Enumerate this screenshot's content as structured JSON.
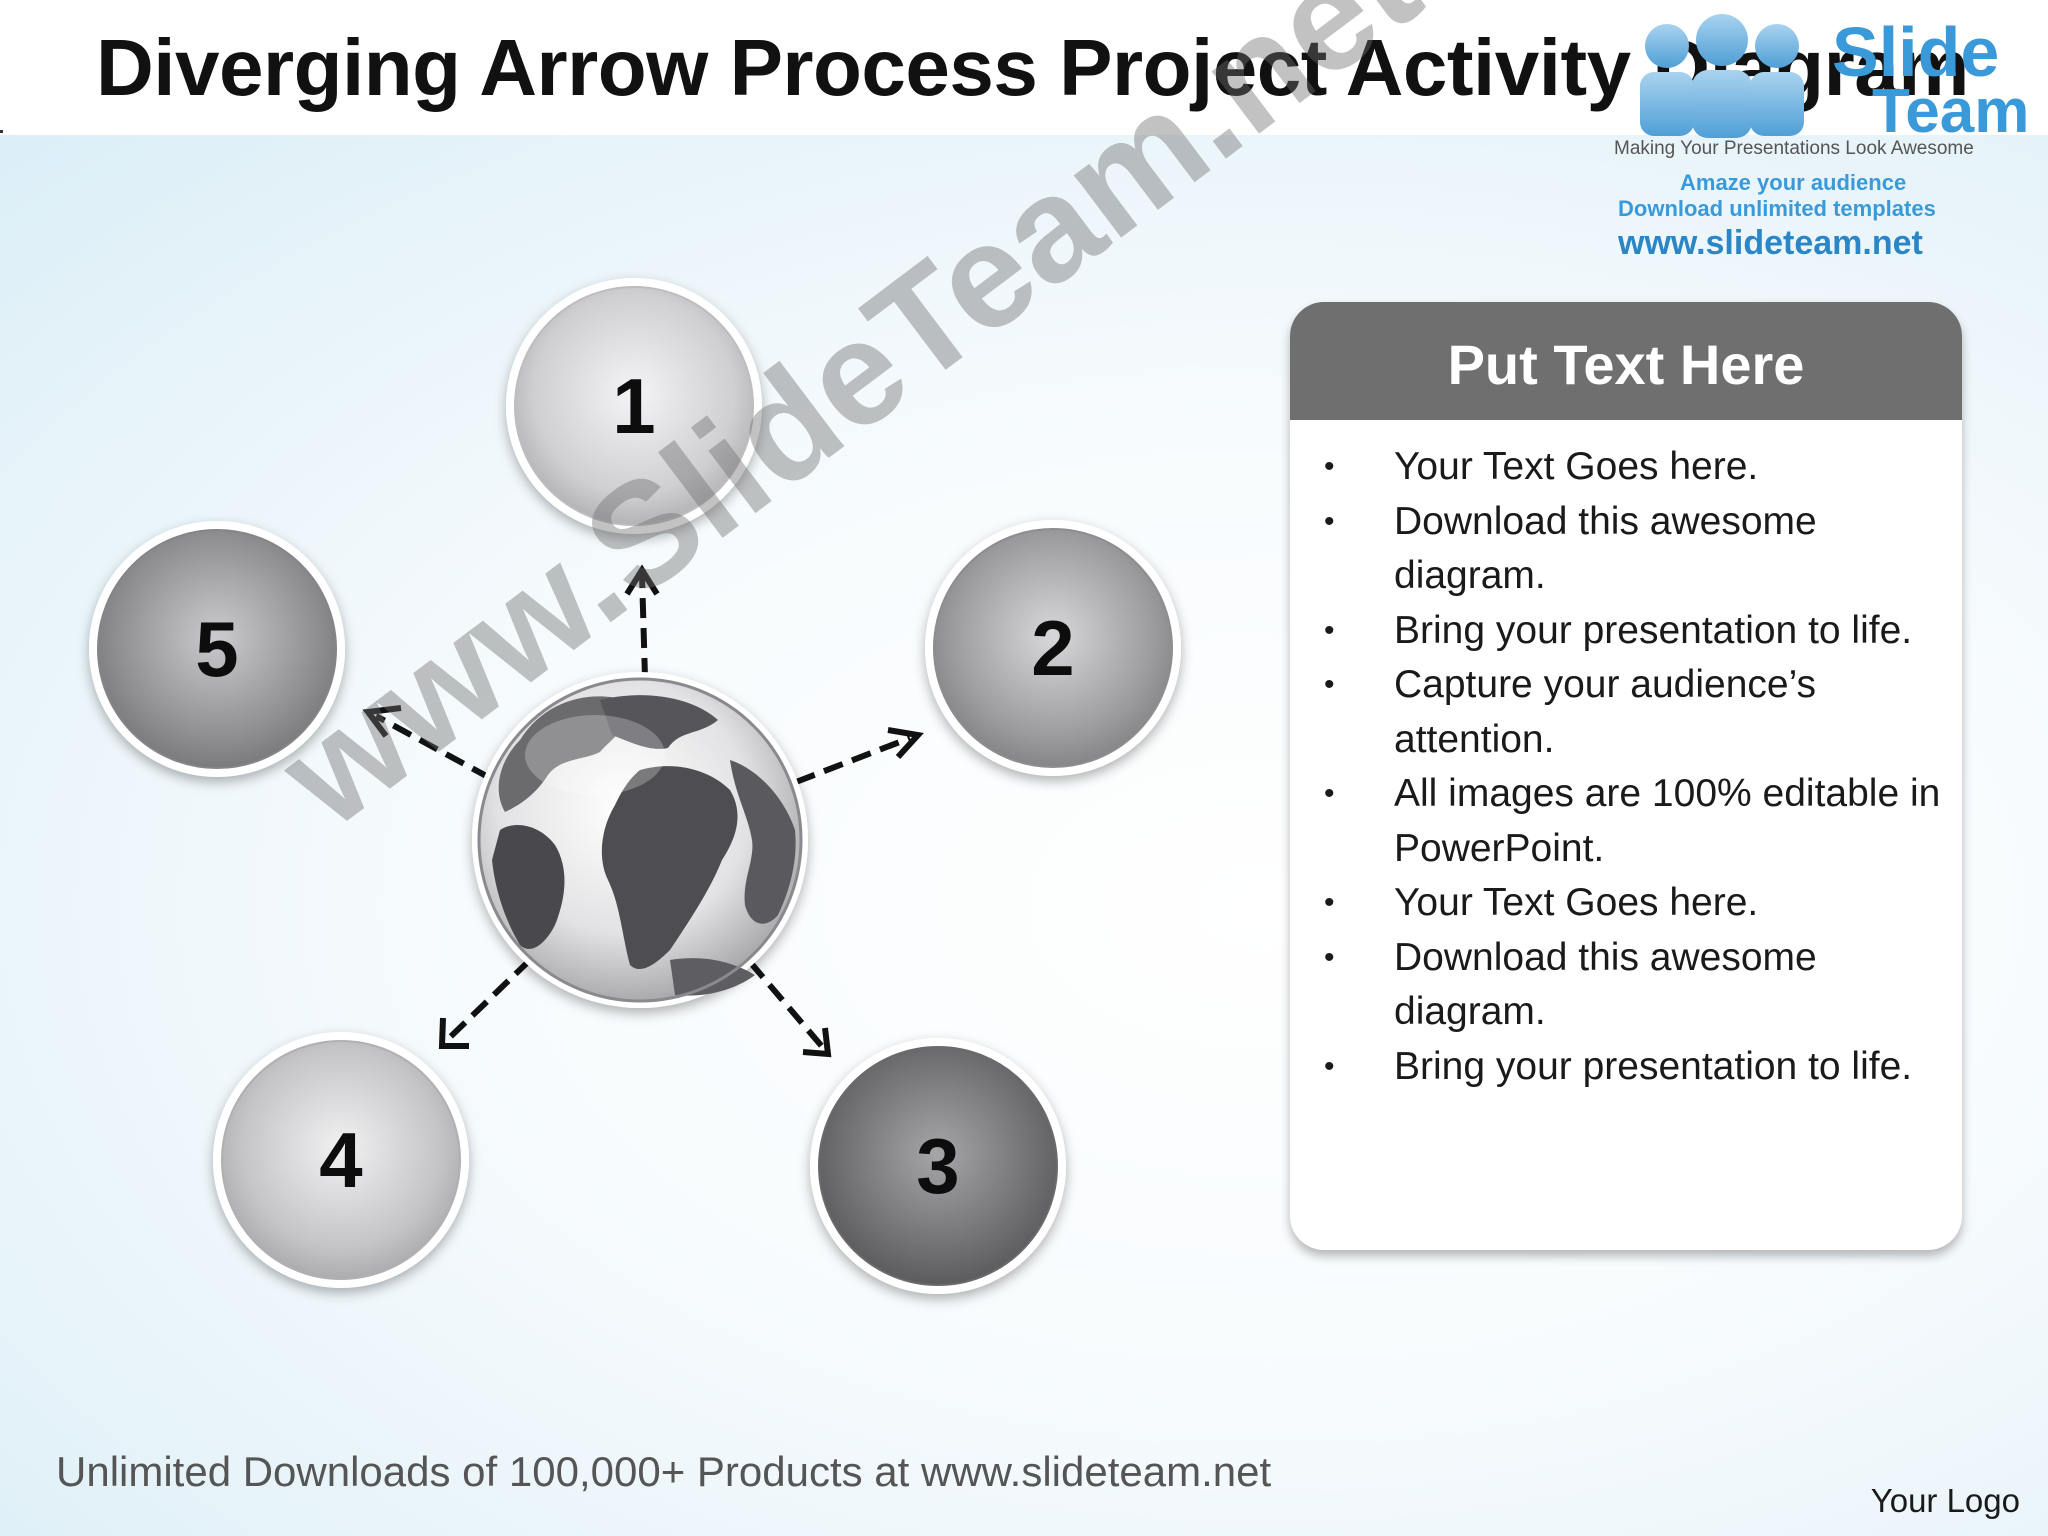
{
  "title": "Diverging Arrow Process Project Activity Diagram",
  "logo": {
    "line1": "Slide",
    "line2": "Team",
    "tagline": "Making Your Presentations Look Awesome",
    "amaze": "Amaze your audience",
    "download": "Download unlimited templates",
    "url": "www.slideteam.net"
  },
  "diagram": {
    "center_icon": "globe-icon",
    "steps": [
      {
        "label": "1"
      },
      {
        "label": "2"
      },
      {
        "label": "3"
      },
      {
        "label": "4"
      },
      {
        "label": "5"
      }
    ]
  },
  "text_box": {
    "header": "Put Text Here",
    "bullets": [
      "Your Text Goes here.",
      "Download this awesome diagram.",
      "Bring your presentation to life.",
      "Capture your audience’s attention.",
      "All images are 100% editable in PowerPoint.",
      "Your Text Goes here.",
      "Download this awesome diagram.",
      "Bring your presentation to life."
    ]
  },
  "watermark": "www.SlideTeam.net",
  "footer": "Unlimited Downloads of 100,000+ Products at www.slideteam.net",
  "your_logo": "Your Logo",
  "colors": {
    "header_gray": "#6f6f6f",
    "logo_blue": "#3a9ad9",
    "arrow": "#111111"
  }
}
